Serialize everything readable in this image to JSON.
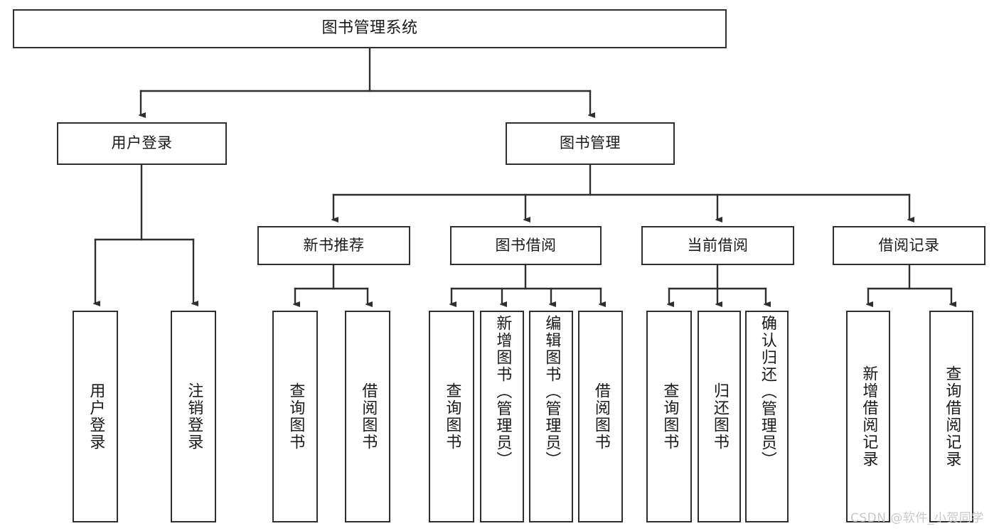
{
  "diagram": {
    "title": "图书管理系统",
    "type": "tree-hierarchy",
    "root": {
      "id": "root",
      "label": "图书管理系统"
    },
    "level1": [
      {
        "id": "user-login",
        "label": "用户登录"
      },
      {
        "id": "book-manage",
        "label": "图书管理"
      }
    ],
    "level2": [
      {
        "id": "new-book-recommend",
        "label": "新书推荐",
        "parent": "book-manage"
      },
      {
        "id": "book-borrow",
        "label": "图书借阅",
        "parent": "book-manage"
      },
      {
        "id": "current-borrow",
        "label": "当前借阅",
        "parent": "book-manage"
      },
      {
        "id": "borrow-record",
        "label": "借阅记录",
        "parent": "book-manage"
      }
    ],
    "leaves": [
      {
        "id": "leaf-user-login",
        "label": "用户登录",
        "parent": "user-login"
      },
      {
        "id": "leaf-user-logout",
        "label": "注销登录",
        "parent": "user-login"
      },
      {
        "id": "leaf-query-book-1",
        "label": "查询图书",
        "parent": "new-book-recommend"
      },
      {
        "id": "leaf-borrow-book-1",
        "label": "借阅图书",
        "parent": "new-book-recommend"
      },
      {
        "id": "leaf-query-book-2",
        "label": "查询图书",
        "parent": "book-borrow"
      },
      {
        "id": "leaf-add-book",
        "label": "新增图书（管理员）",
        "parent": "book-borrow"
      },
      {
        "id": "leaf-edit-book",
        "label": "编辑图书（管理员）",
        "parent": "book-borrow"
      },
      {
        "id": "leaf-borrow-book-2",
        "label": "借阅图书",
        "parent": "book-borrow"
      },
      {
        "id": "leaf-query-book-3",
        "label": "查询图书",
        "parent": "current-borrow"
      },
      {
        "id": "leaf-return-book",
        "label": "归还图书",
        "parent": "current-borrow"
      },
      {
        "id": "leaf-confirm-return",
        "label": "确认归还（管理员）",
        "parent": "current-borrow"
      },
      {
        "id": "leaf-add-record",
        "label": "新增借阅记录",
        "parent": "borrow-record"
      },
      {
        "id": "leaf-query-record",
        "label": "查询借阅记录",
        "parent": "borrow-record"
      }
    ]
  },
  "watermark": {
    "text": "CSDN @软件_小贺同学"
  },
  "colors": {
    "stroke": "#2f2f2f",
    "box_fill": "#ffffff",
    "text": "#1a1a1a",
    "background": "#ffffff",
    "watermark": "#c9c9c9"
  }
}
